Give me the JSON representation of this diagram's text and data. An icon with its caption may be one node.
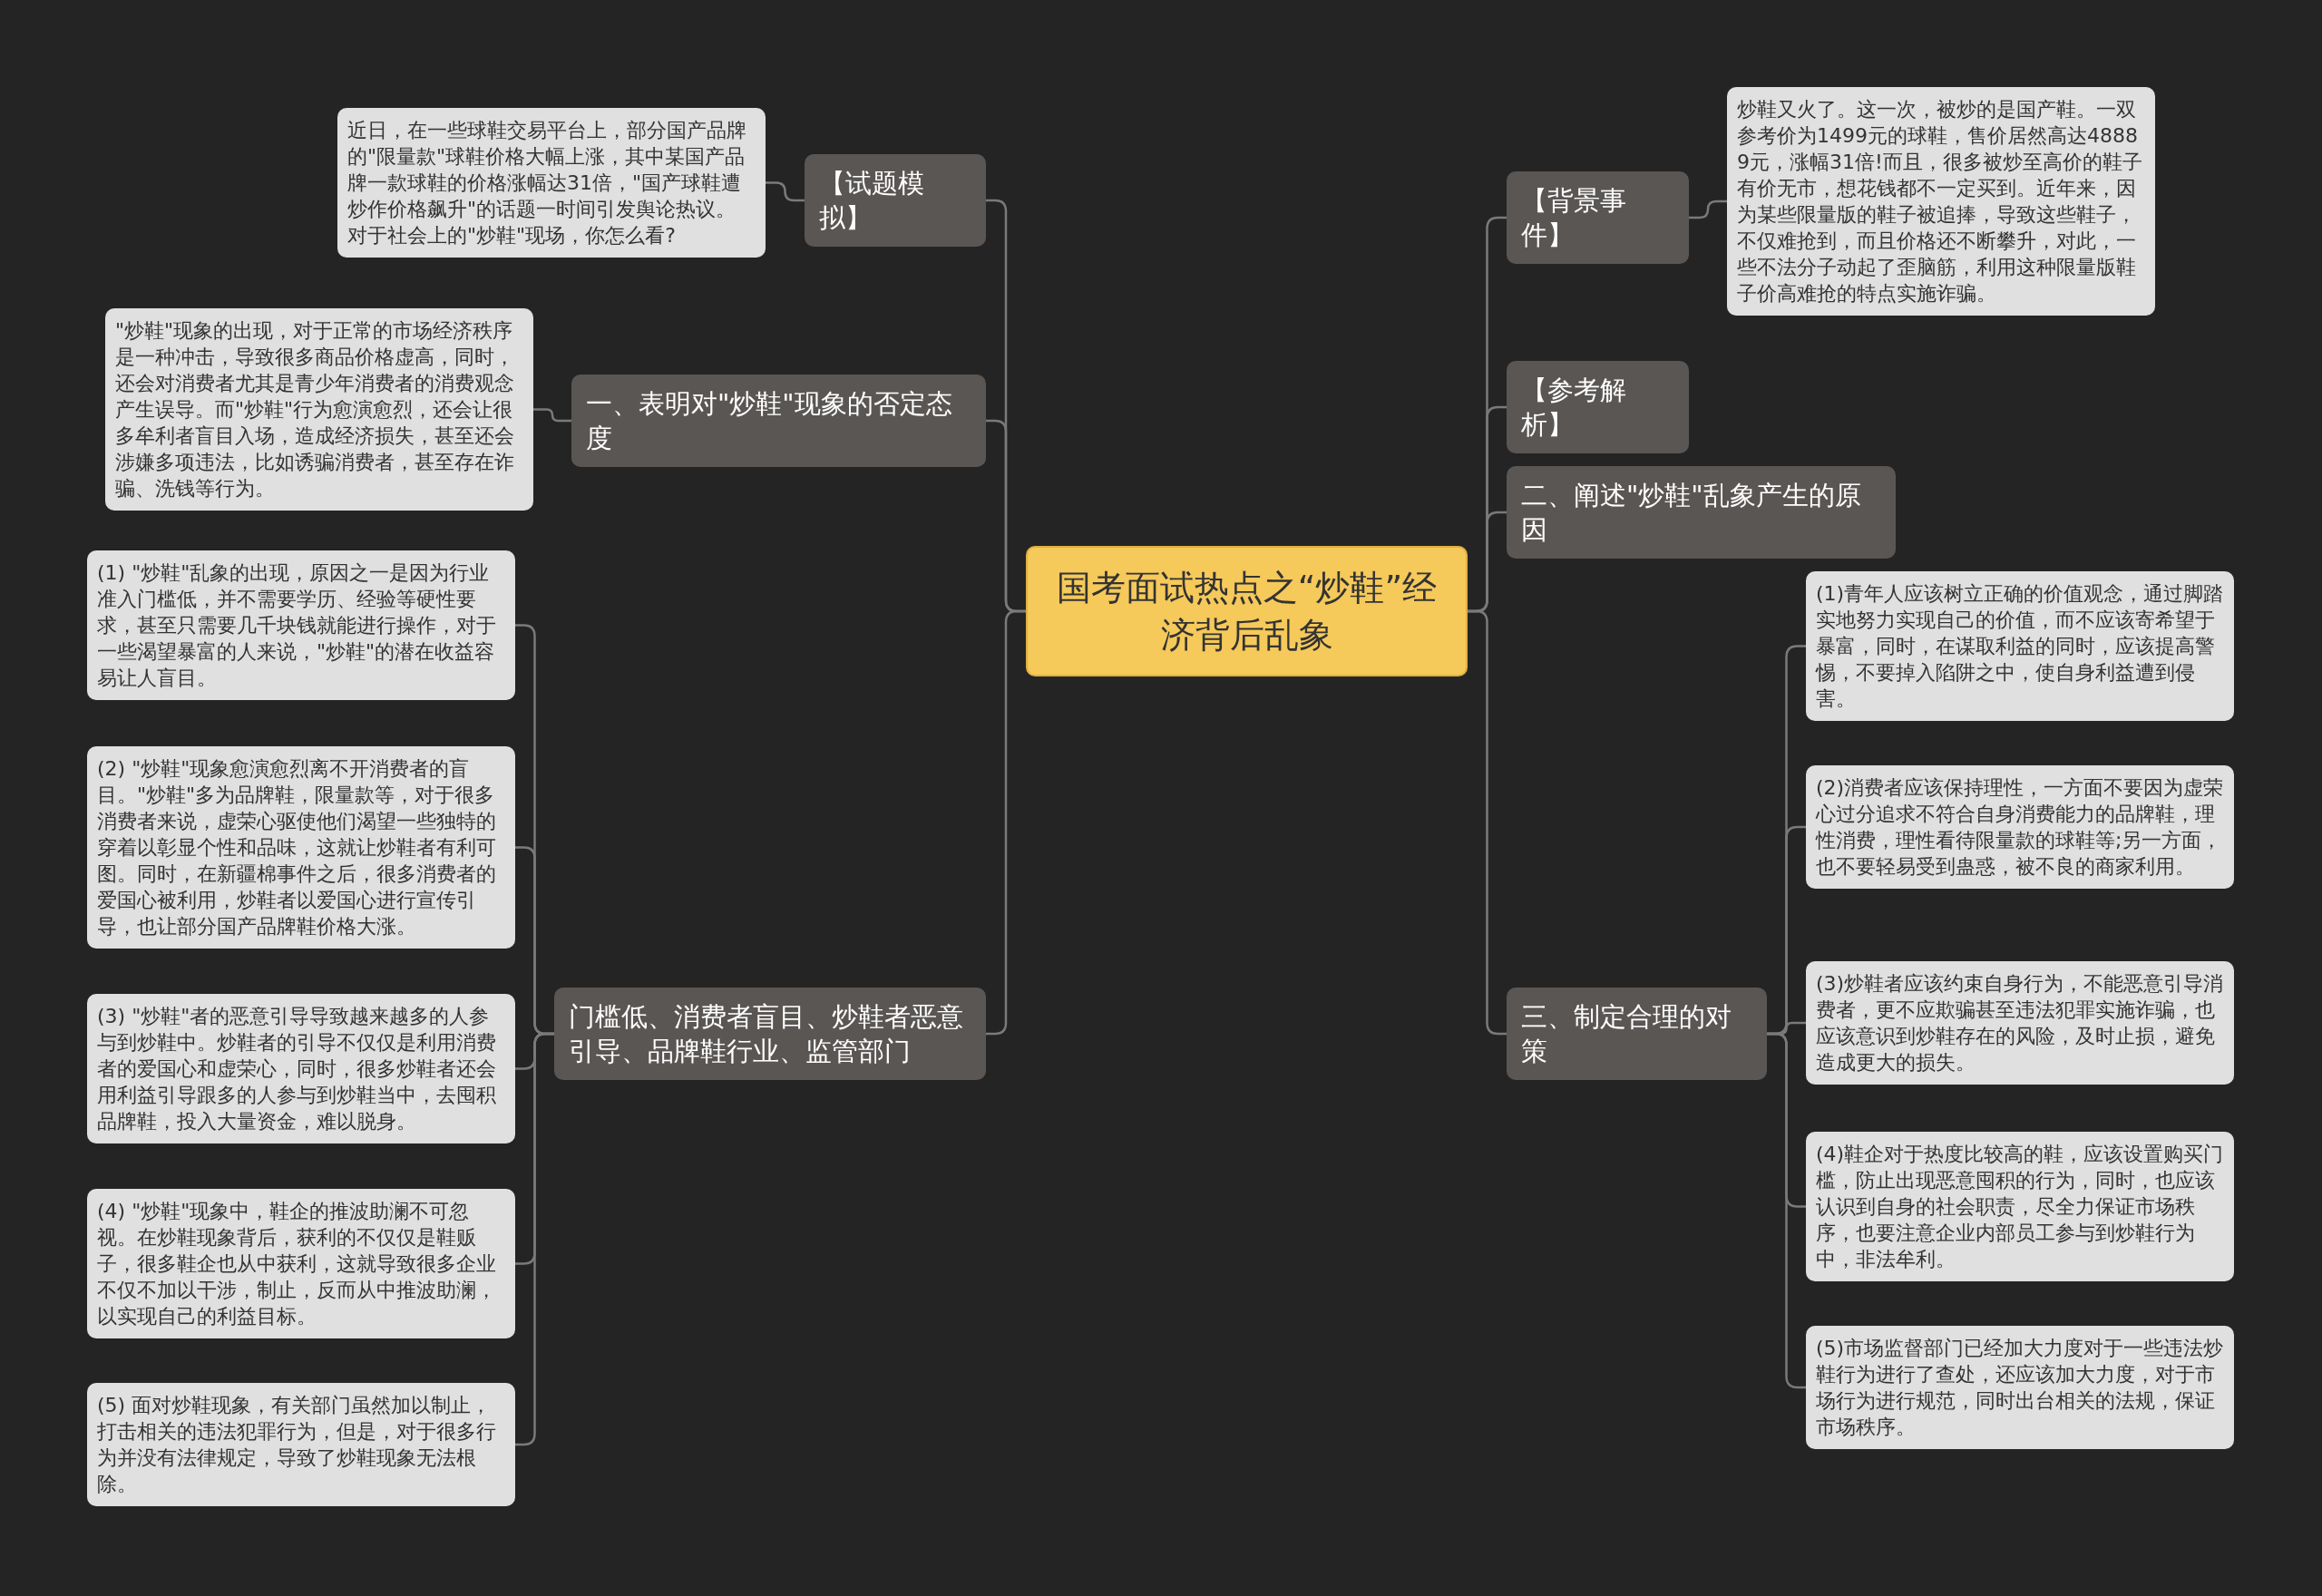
{
  "diagram": {
    "nodes": [
      {
        "text": [
          "国考面试热点之“炒鞋”经济背后乱象"
        ]
      },
      {
        "text": [
          "【试题模拟】"
        ]
      },
      {
        "text": [
          "近日，在一些球鞋交易平台上，部分国产品牌的\"限量款\"球鞋价格大幅上涨，其中某国产品牌一款球鞋的价格涨幅达31倍，\"国产球鞋遭炒作价格飙升\"的话题一时间引发舆论热议。对于社会上的\"炒鞋\"现场，你怎么看?"
        ]
      },
      {
        "text": [
          "一、表明对\"炒鞋\"现象的否定态度"
        ]
      },
      {
        "text": [
          "\"炒鞋\"现象的出现，对于正常的市场经济秩序是一种冲击，导致很多商品价格虚高，同时，还会对消费者尤其是青少年消费者的消费观念产生误导。而\"炒鞋\"行为愈演愈烈，还会让很多牟利者盲目入场，造成经济损失，甚至还会涉嫌多项违法，比如诱骗消费者，甚至存在诈骗、洗钱等行为。"
        ]
      },
      {
        "text": [
          "门槛低、消费者盲目、炒鞋者恶意引导、品牌鞋行业、监管部门"
        ]
      },
      {
        "text": [
          "(1) \"炒鞋\"乱象的出现，原因之一是因为行业准入门槛低，并不需要学历、经验等硬性要求，甚至只需要几千块钱就能进行操作，对于一些渴望暴富的人来说，\"炒鞋\"的潜在收益容易让人盲目。"
        ]
      },
      {
        "text": [
          "(2) \"炒鞋\"现象愈演愈烈离不开消费者的盲目。\"炒鞋\"多为品牌鞋，限量款等，对于很多消费者来说，虚荣心驱使他们渴望一些独特的穿着以彰显个性和品味，这就让炒鞋者有利可图。同时，在新疆棉事件之后，很多消费者的爱国心被利用，炒鞋者以爱国心进行宣传引导，也让部分国产品牌鞋价格大涨。"
        ]
      },
      {
        "text": [
          "(3) \"炒鞋\"者的恶意引导导致越来越多的人参与到炒鞋中。炒鞋者的引导不仅仅是利用消费者的爱国心和虚荣心，同时，很多炒鞋者还会用利益引导跟多的人参与到炒鞋当中，去囤积品牌鞋，投入大量资金，难以脱身。"
        ]
      },
      {
        "text": [
          "(4) \"炒鞋\"现象中，鞋企的推波助澜不可忽视。在炒鞋现象背后，获利的不仅仅是鞋贩子，很多鞋企也从中获利，这就导致很多企业不仅不加以干涉，制止，反而从中推波助澜，以实现自己的利益目标。"
        ]
      },
      {
        "text": [
          "(5) 面对炒鞋现象，有关部门虽然加以制止，打击相关的违法犯罪行为，但是，对于很多行为并没有法律规定，导致了炒鞋现象无法根除。"
        ]
      },
      {
        "text": [
          "【背景事件】"
        ]
      },
      {
        "text": [
          "炒鞋又火了。这一次，被炒的是国产鞋。一双参考价为1499元的球鞋，售价居然高达48889元，涨幅31倍!而且，很多被炒至高价的鞋子有价无市，想花钱都不一定买到。近年来，因为某些限量版的鞋子被追捧，导致这些鞋子，不仅难抢到，而且价格还不断攀升，对此，一些不法分子动起了歪脑筋，利用这种限量版鞋子价高难抢的特点实施诈骗。"
        ]
      },
      {
        "text": [
          "【参考解析】"
        ]
      },
      {
        "text": [
          "二、阐述\"炒鞋\"乱象产生的原因"
        ]
      },
      {
        "text": [
          "三、制定合理的对策"
        ]
      },
      {
        "text": [
          "(1)青年人应该树立正确的价值观念，通过脚踏实地努力实现自己的价值，而不应该寄希望于暴富，同时，在谋取利益的同时，应该提高警惕，不要掉入陷阱之中，使自身利益遭到侵害。"
        ]
      },
      {
        "text": [
          "(2)消费者应该保持理性，一方面不要因为虚荣心过分追求不符合自身消费能力的品牌鞋，理性消费，理性看待限量款的球鞋等;另一方面，也不要轻易受到蛊惑，被不良的商家利用。"
        ]
      },
      {
        "text": [
          "(3)炒鞋者应该约束自身行为，不能恶意引导消费者，更不应欺骗甚至违法犯罪实施诈骗，也应该意识到炒鞋存在的风险，及时止损，避免造成更大的损失。"
        ]
      },
      {
        "text": [
          "(4)鞋企对于热度比较高的鞋，应该设置购买门槛，防止出现恶意囤积的行为，同时，也应该认识到自身的社会职责，尽全力保证市场秩序，也要注意企业内部员工参与到炒鞋行为中，非法牟利。"
        ]
      },
      {
        "text": [
          "(5)市场监督部门已经加大力度对于一些违法炒鞋行为进行了查处，还应该加大力度，对于市场行为进行规范，同时出台相关的法规，保证市场秩序。"
        ]
      }
    ],
    "edges": [
      {
        "from": 0,
        "to": 1,
        "arrow": "none"
      },
      {
        "from": 1,
        "to": 2,
        "arrow": "none"
      },
      {
        "from": 0,
        "to": 3,
        "arrow": "none"
      },
      {
        "from": 3,
        "to": 4,
        "arrow": "none"
      },
      {
        "from": 0,
        "to": 5,
        "arrow": "none"
      },
      {
        "from": 5,
        "to": 6,
        "arrow": "none"
      },
      {
        "from": 5,
        "to": 7,
        "arrow": "none"
      },
      {
        "from": 5,
        "to": 8,
        "arrow": "none"
      },
      {
        "from": 5,
        "to": 9,
        "arrow": "none"
      },
      {
        "from": 5,
        "to": 10,
        "arrow": "none"
      },
      {
        "from": 0,
        "to": 11,
        "arrow": "none"
      },
      {
        "from": 11,
        "to": 12,
        "arrow": "none"
      },
      {
        "from": 0,
        "to": 13,
        "arrow": "none"
      },
      {
        "from": 0,
        "to": 14,
        "arrow": "none"
      },
      {
        "from": 0,
        "to": 15,
        "arrow": "none"
      },
      {
        "from": 15,
        "to": 16,
        "arrow": "none"
      },
      {
        "from": 15,
        "to": 17,
        "arrow": "none"
      },
      {
        "from": 15,
        "to": 18,
        "arrow": "none"
      },
      {
        "from": 15,
        "to": 19,
        "arrow": "none"
      },
      {
        "from": 15,
        "to": 20,
        "arrow": "none"
      }
    ]
  }
}
